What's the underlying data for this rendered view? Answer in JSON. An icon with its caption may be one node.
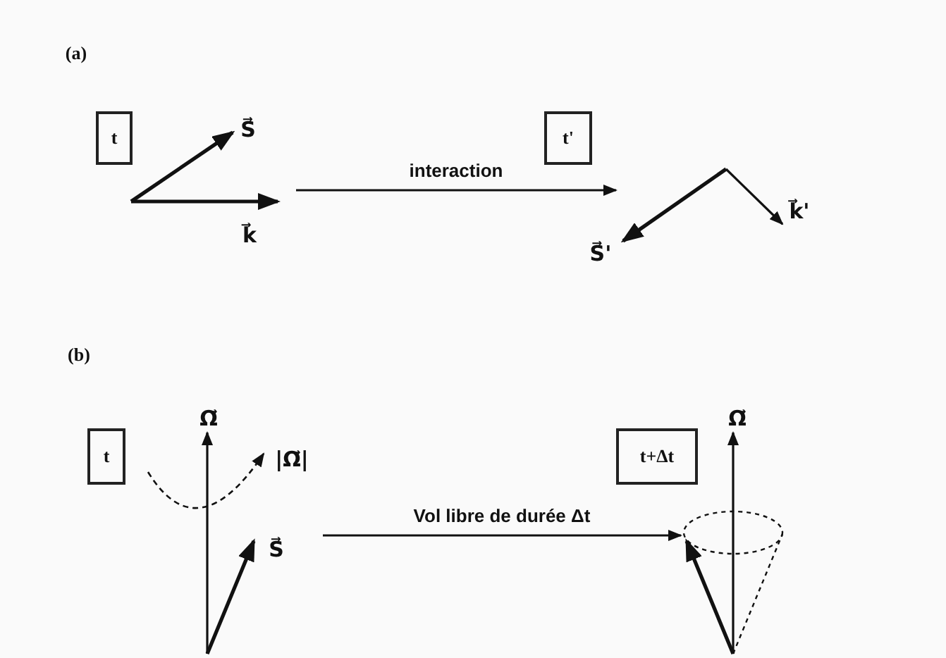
{
  "diagram": {
    "nodes": [
      {
        "text": [
          "t"
        ]
      },
      {
        "text": [],
        "shape": "picture"
      },
      {
        "text": [
          "t'"
        ]
      },
      {
        "text": [],
        "shape": "picture"
      },
      {
        "text": [
          "t"
        ]
      },
      {
        "text": [],
        "shape": "picture"
      },
      {
        "text": [
          "t+Δt"
        ]
      },
      {
        "text": [],
        "shape": "picture"
      }
    ],
    "edges": [
      {
        "from": 1,
        "to": 3,
        "arrow": "to",
        "label": "interaction"
      },
      {
        "from": 5,
        "to": 7,
        "arrow": "to",
        "label": "Vol libre de durée Δt"
      }
    ],
    "labels": [
      "(a)",
      "S⃗",
      "k⃗",
      "S⃗'",
      "k⃗'",
      "(b)",
      "Ω⃗",
      "|Ω⃗|",
      "S⃗",
      "Ω⃗"
    ]
  }
}
